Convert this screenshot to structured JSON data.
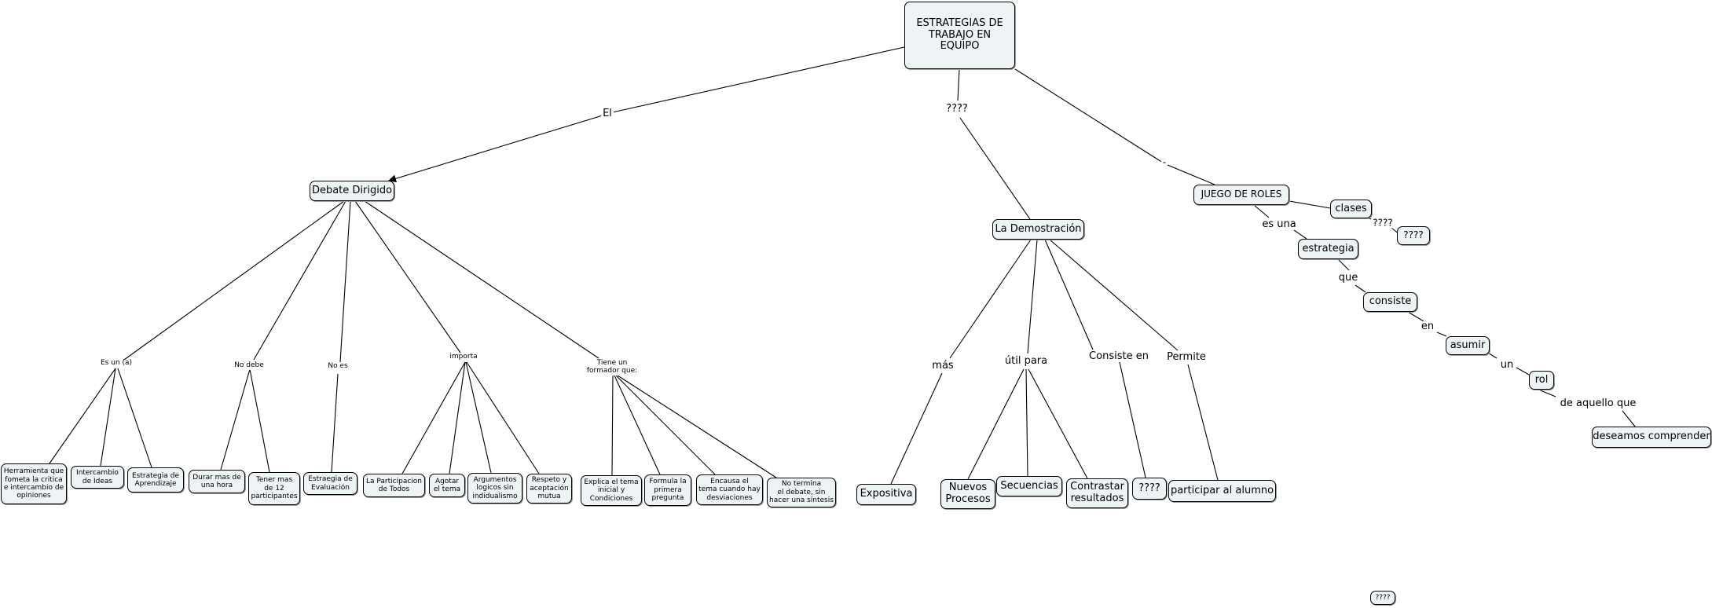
{
  "nodes": {
    "root": "ESTRATEGIAS DE\nTRABAJO EN\nEQUIPO",
    "debate": "Debate Dirigido",
    "demostracion": "La Demostración",
    "juego": "JUEGO DE ROLES",
    "herramienta": "Herramienta que\nfometa la critica\ne intercambio de\nopiniones",
    "intercambio": "Intercambio\nde Ideas",
    "estrategia_aprendizaje": "Estrategia de\nAprendizaje",
    "durar": "Durar mas de\nuna hora",
    "tener": "Tener mas\nde 12\nparticipantes",
    "estraegia_eval": "Estraegia de\nEvaluación",
    "participacion": "La Participacion\nde Todos",
    "agotar": "Agotar\nel tema",
    "argumentos": "Argumentos\nlogicos sin\nindidualismo",
    "respeto": "Respeto y\naceptación\nmutua",
    "explica": "Explica el tema\ninicial y\nCondiciones",
    "formula": "Formula la\nprimera\npregunta",
    "encausa": "Encausa el\ntema cuando hay\ndesviaciones",
    "no_termina": "No termina\nel debate, sin\nhacer una síntesis",
    "expositiva": "Expositiva",
    "nuevos": "Nuevos\nProcesos",
    "secuencias": "Secuencias",
    "contrastar": "Contrastar\nresultados",
    "q_demo": "????",
    "participar": "participar al alumno",
    "clases": "clases",
    "q_clases": "????",
    "estrategia": "estrategia",
    "consiste": "consiste",
    "asumir": "asumir",
    "rol": "rol",
    "deseamos": "deseamos comprender",
    "q_orphan": "????"
  },
  "links": {
    "el": "El",
    "q_root": "????",
    "dash": "-",
    "es_un": "Es un (a)",
    "no_debe": "No debe",
    "no_es": "No es",
    "importa": "importa",
    "tiene": "Tiene un\nformador que:",
    "mas": "más",
    "util": "útil para",
    "consiste_en": "Consiste en",
    "permite": "Permite",
    "es_una": "es una",
    "q_clases": "????",
    "que": "que",
    "en": "en",
    "un": "un",
    "de_aquello": "de aquello que"
  }
}
